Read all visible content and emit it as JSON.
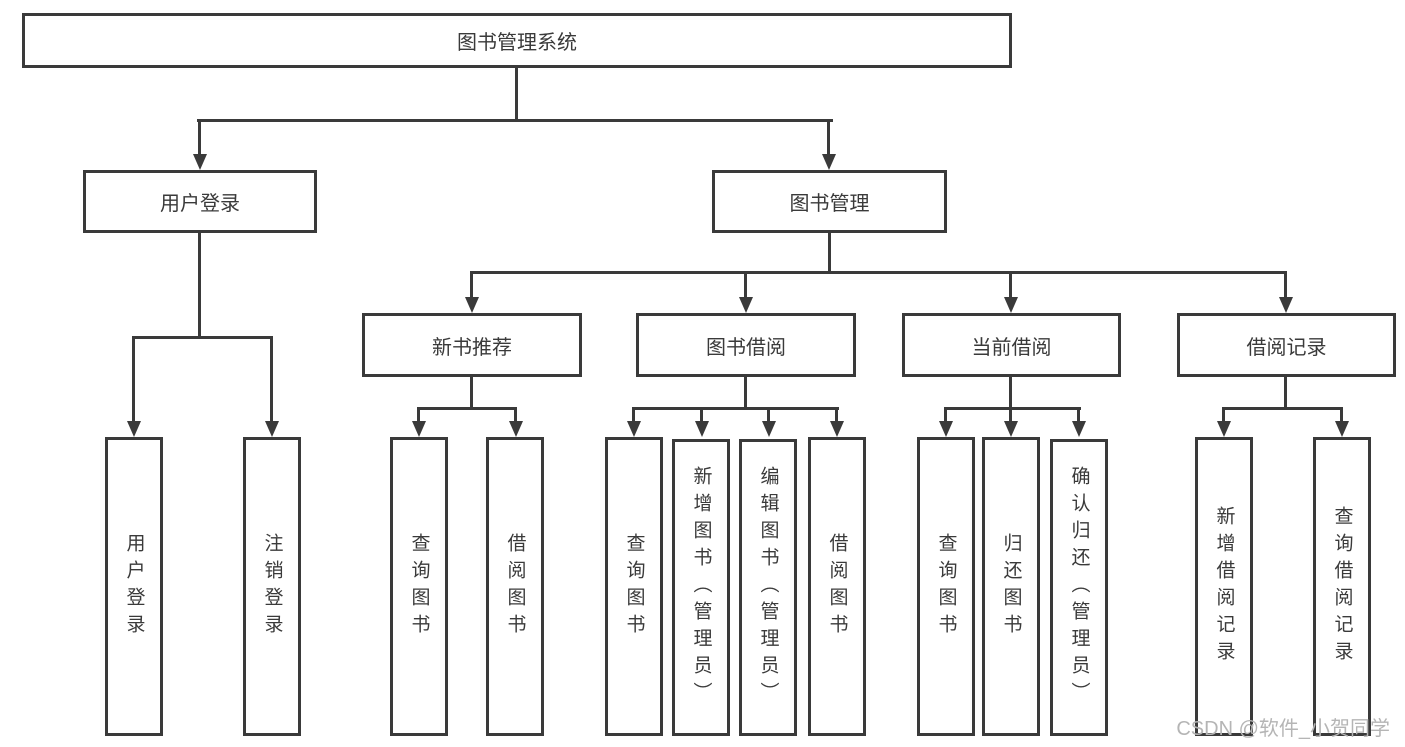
{
  "root": {
    "label": "图书管理系统"
  },
  "level2": {
    "user_login": {
      "label": "用户登录"
    },
    "book_mgmt": {
      "label": "图书管理"
    }
  },
  "level3": {
    "new_books": {
      "label": "新书推荐"
    },
    "book_borrow": {
      "label": "图书借阅"
    },
    "current_borrow": {
      "label": "当前借阅"
    },
    "borrow_records": {
      "label": "借阅记录"
    }
  },
  "leaves": {
    "user_login": [
      "用户登录",
      "注销登录"
    ],
    "new_books": [
      "查询图书",
      "借阅图书"
    ],
    "book_borrow": [
      "查询图书",
      "新增图书（管理员）",
      "编辑图书（管理员）",
      "借阅图书"
    ],
    "current_borrow": [
      "查询图书",
      "归还图书",
      "确认归还（管理员）"
    ],
    "borrow_records": [
      "新增借阅记录",
      "查询借阅记录"
    ]
  },
  "watermark": {
    "text": "CSDN @软件_小贺同学"
  },
  "colors": {
    "line": "#3a3a3a",
    "text": "#3a3a3a",
    "watermark": "#b5b5b5",
    "background": "#ffffff"
  }
}
